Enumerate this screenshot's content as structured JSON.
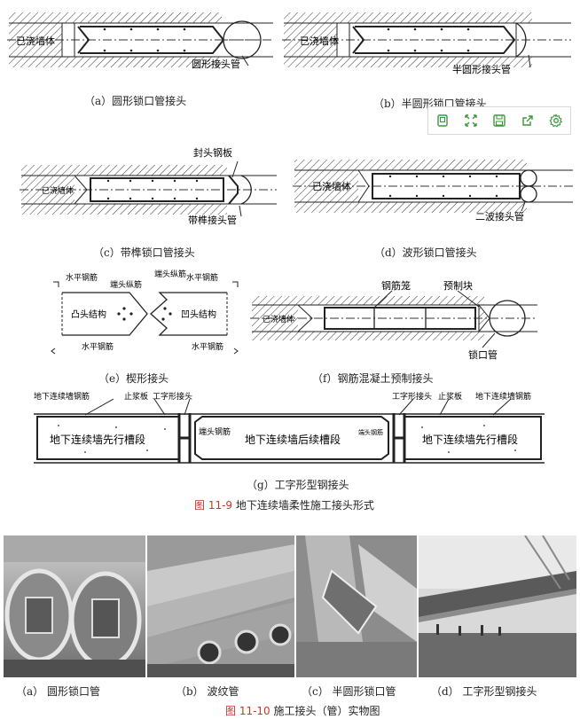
{
  "diagrams": {
    "a": {
      "caption": "（a）圆形锁口管接头",
      "wall_label": "已浇墙体",
      "pipe_label": "圆形接头管"
    },
    "b": {
      "caption": "（b）半圆形锁口管接头",
      "wall_label": "已浇墙体",
      "pipe_label": "半圆形接头管"
    },
    "c": {
      "caption": "（c）带榫锁口管接头",
      "wall_label": "已浇墙体",
      "plate_label": "封头钢板",
      "pipe_label": "带榫接头管"
    },
    "d": {
      "caption": "（d）波形锁口管接头",
      "wall_label": "已浇墙体",
      "pipe_label": "二波接头管"
    },
    "e": {
      "caption": "（e）楔形接头",
      "h_rebar": "水平钢筋",
      "end_rebar": "端头纵筋",
      "convex": "凸头结构",
      "concave": "凹头结构"
    },
    "f": {
      "caption": "（f）钢筋混凝土预制接头",
      "wall_label": "已浇墙体",
      "cage_label": "钢筋笼",
      "block_label": "预制块",
      "pipe_label": "锁口管"
    },
    "g": {
      "caption": "（g）工字形型钢接头",
      "rebar_label": "地下连续墙钢筋",
      "stop_plate": "止浆板",
      "i_joint": "工字形接头",
      "end_rebar": "端头钢筋",
      "lead_slot": "地下连续墙先行槽段",
      "follow_slot": "地下连续墙后续槽段"
    }
  },
  "figure_11_9": {
    "number": "图 11-9",
    "title": "地下连续墙柔性施工接头形式"
  },
  "photos": [
    {
      "caption": "（a）  圆形锁口管"
    },
    {
      "caption": "（b）  波纹管"
    },
    {
      "caption": "（c）  半圆形锁口管"
    },
    {
      "caption": "（d）  工字形型钢接头"
    }
  ],
  "figure_11_10": {
    "number": "图 11-10",
    "title": "施工接头（管）实物图"
  },
  "toolbar": {
    "items": [
      "frame-icon",
      "expand-icon",
      "save-icon",
      "share-icon",
      "gear-icon"
    ],
    "accent": "#3a9a3a"
  }
}
